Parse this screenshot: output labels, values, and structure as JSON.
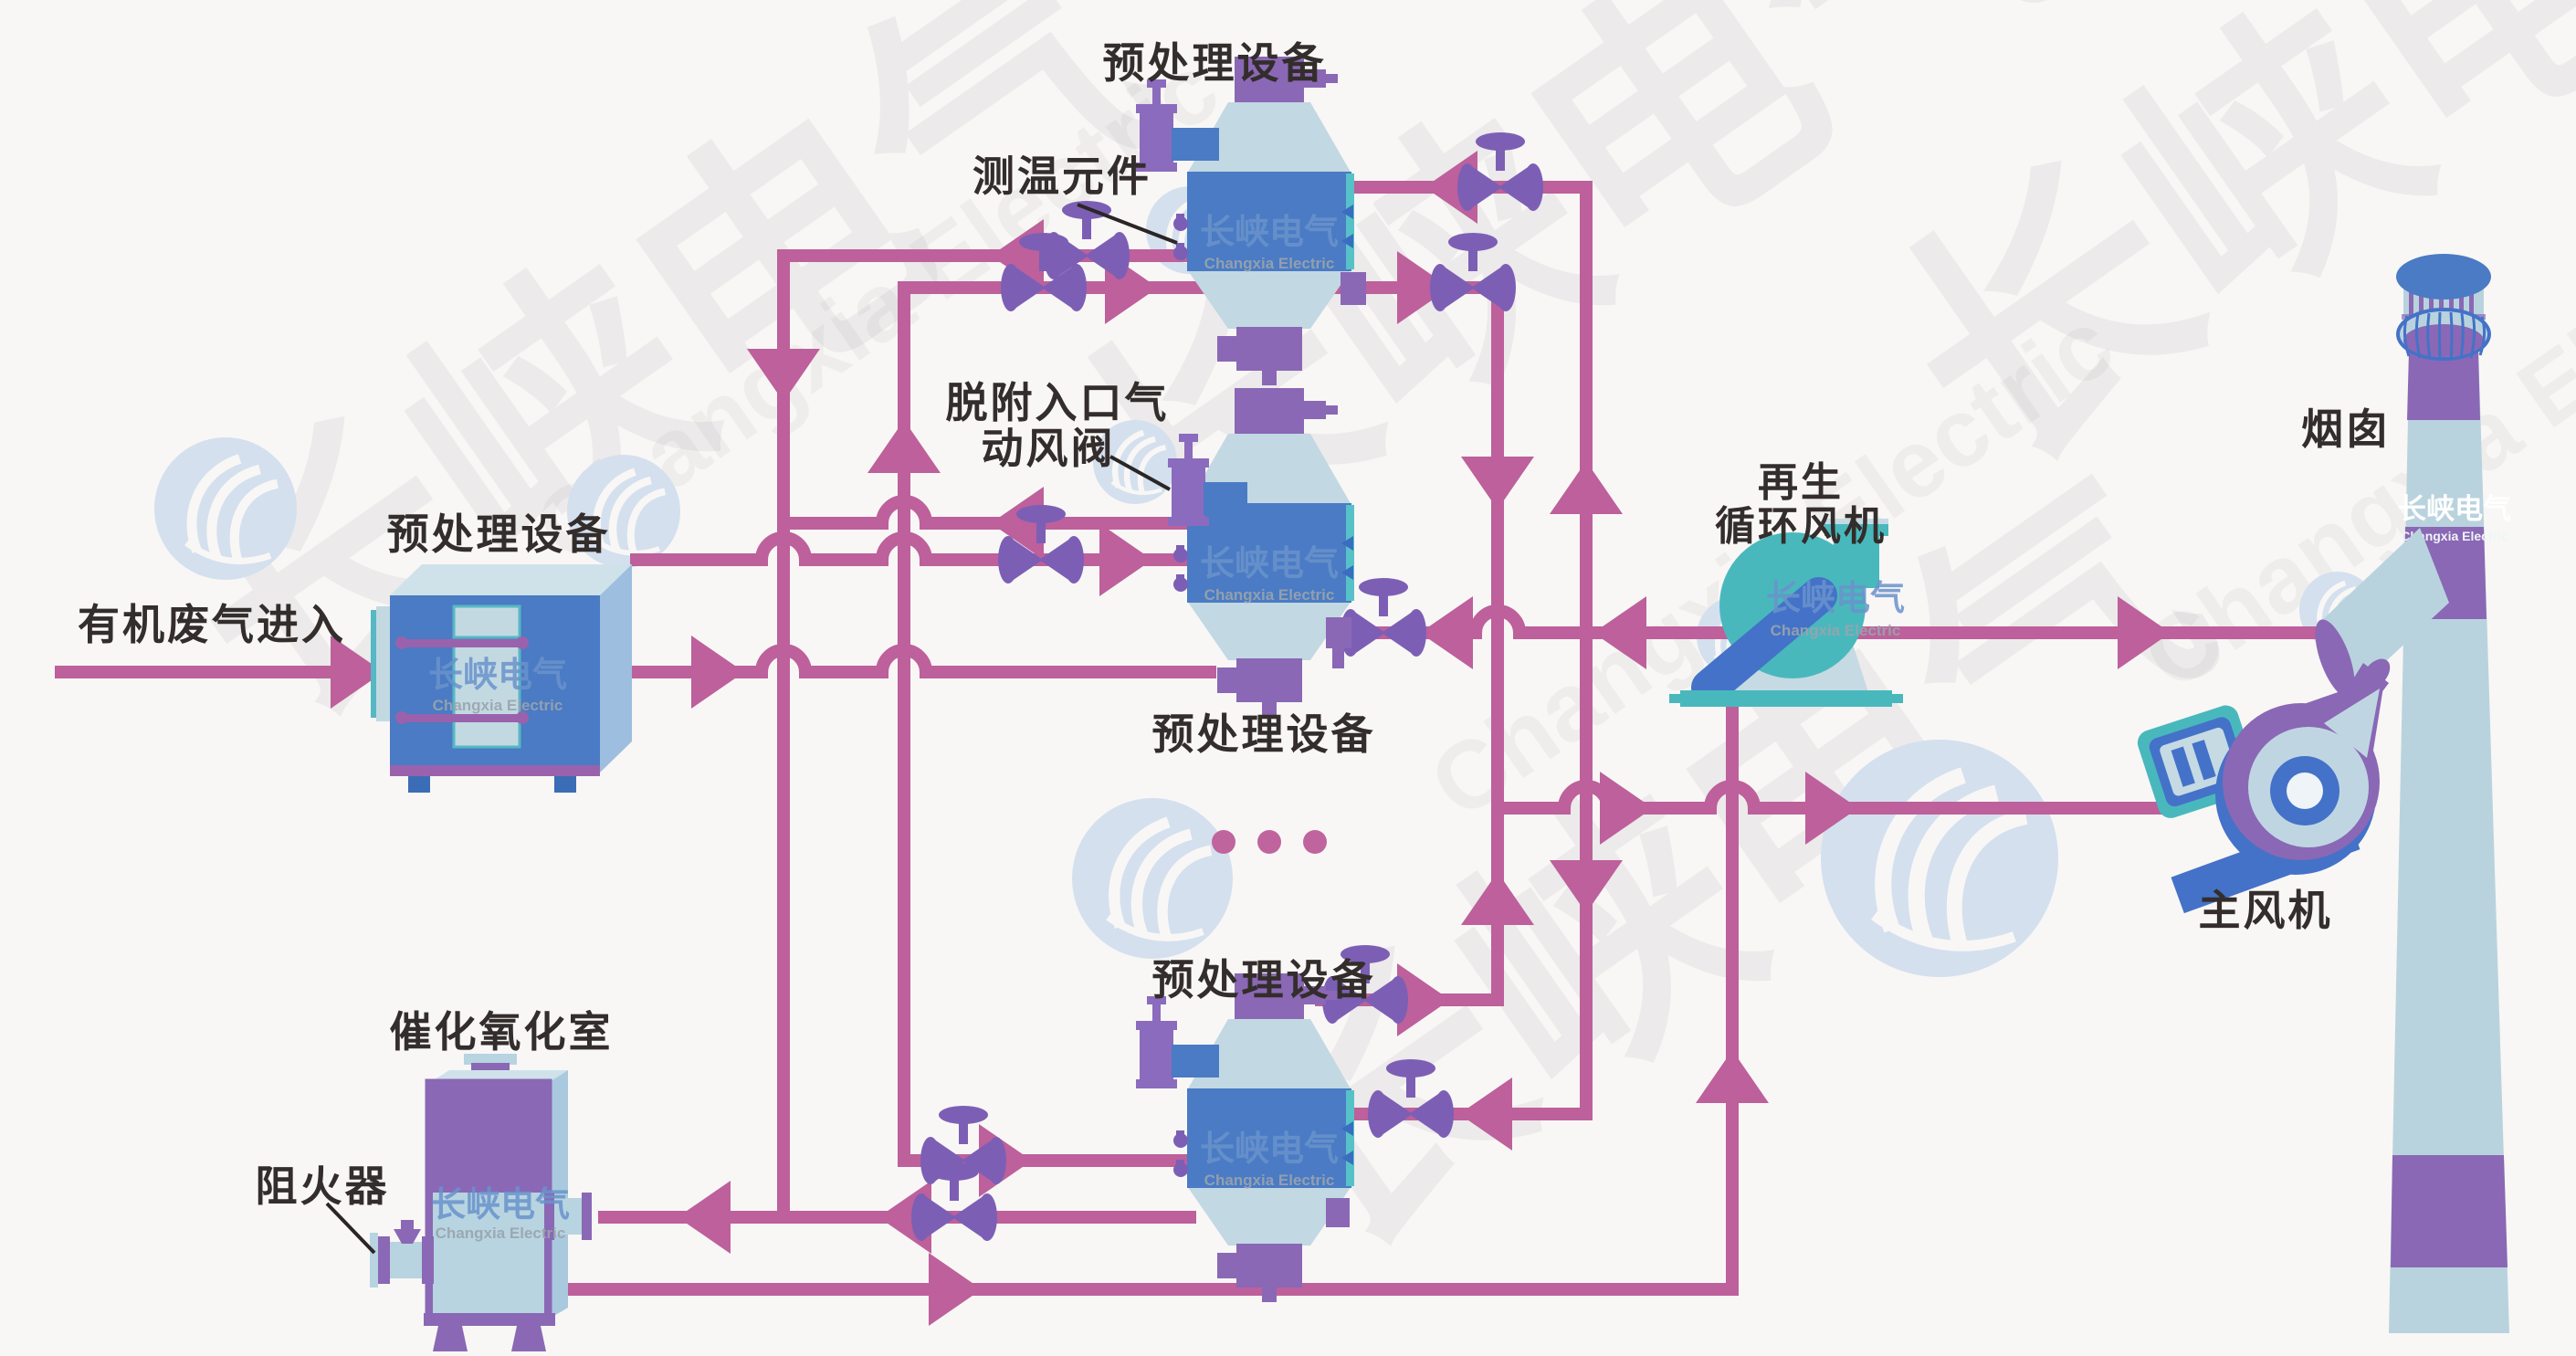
{
  "watermark": {
    "cn": "长峡电气",
    "en": "Changxia Electric"
  },
  "labels": {
    "inlet": "有机废气进入",
    "pretreatment_left": "预处理设备",
    "pretreatment_top": "预处理设备",
    "pretreatment_middle": "预处理设备",
    "pretreatment_bottom": "预处理设备",
    "temperature_element": "测温元件",
    "desorption_valve_line1": "脱附入口气",
    "desorption_valve_line2": "动风阀",
    "catalytic_chamber": "催化氧化室",
    "flame_arrester": "阻火器",
    "regen_fan_line1": "再生",
    "regen_fan_line2": "循环风机",
    "chimney": "烟囱",
    "main_fan": "主风机"
  },
  "colors": {
    "background": "#f8f7f5",
    "pipe_pink": "#bd609b",
    "valve_purple": "#7c5fb5",
    "flange_purple": "#8a68b5",
    "vessel_blue": "#4a7bc4",
    "vessel_light_blue": "#c2d8e3",
    "fan_teal": "#49b8bd",
    "accent_blue": "#4472c8",
    "chimney_light": "#b9d3de",
    "label_text": "#332d2b"
  }
}
